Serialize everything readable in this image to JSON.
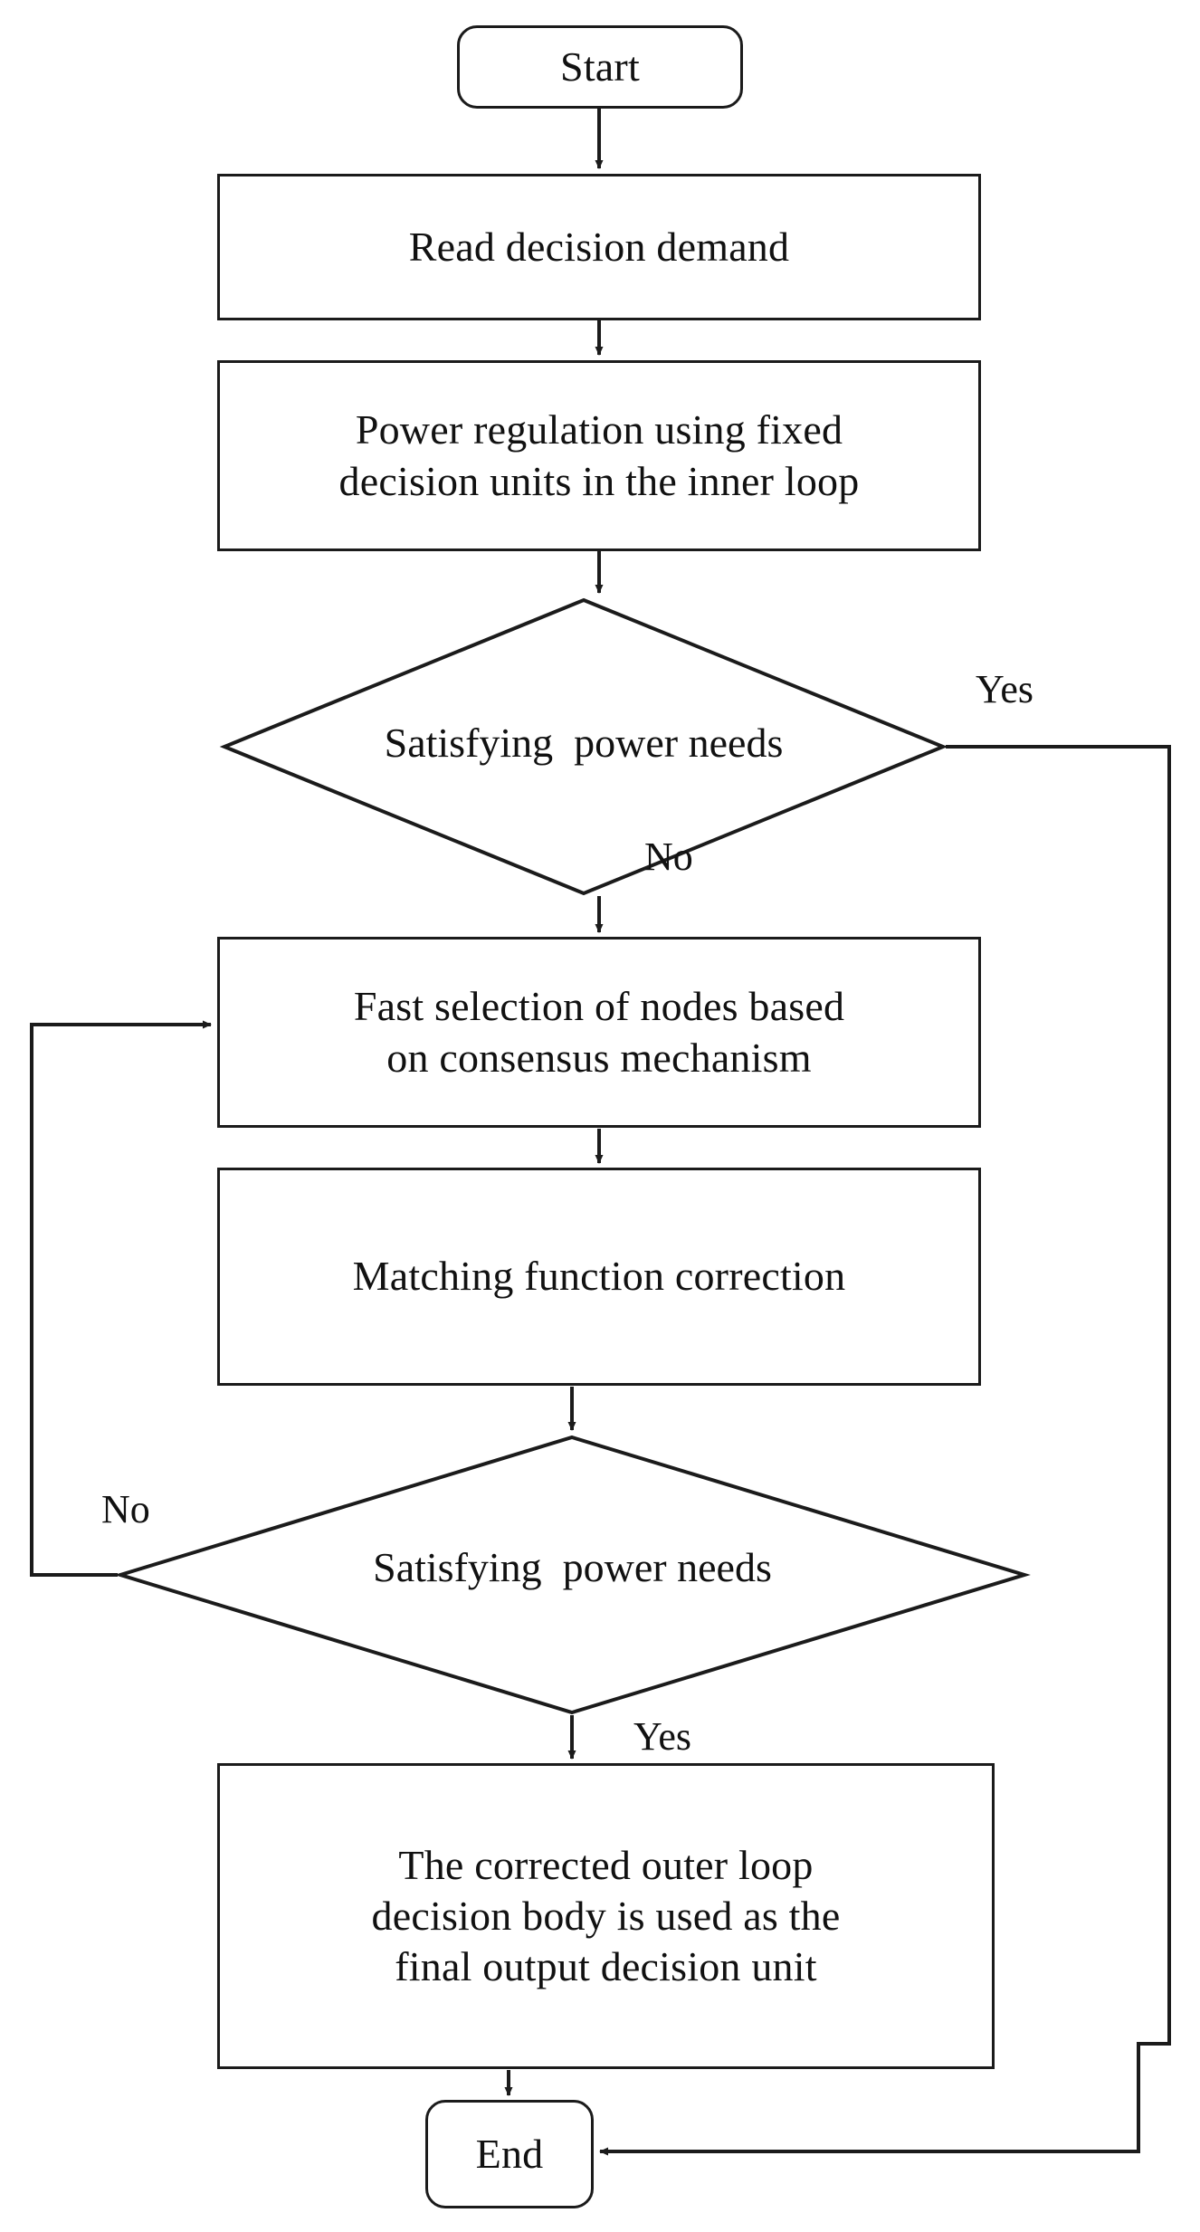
{
  "diagram": {
    "title": "Decision unit selection flowchart",
    "type": "flowchart",
    "stroke_color": "#1b1b1b",
    "background_color": "#ffffff",
    "text_color": "#111111"
  },
  "nodes": {
    "start": {
      "label": "Start",
      "shape": "terminator"
    },
    "read_demand": {
      "label": "Read decision demand",
      "shape": "process"
    },
    "power_regulation": {
      "label": "Power regulation using fixed\ndecision units in the inner loop",
      "shape": "process"
    },
    "decision_inner": {
      "label": "Satisfying  power needs",
      "shape": "decision"
    },
    "fast_selection": {
      "label": "Fast selection of nodes based\non consensus mechanism",
      "shape": "process"
    },
    "matching_correction": {
      "label": "Matching function correction",
      "shape": "process"
    },
    "decision_outer": {
      "label": "Satisfying  power needs",
      "shape": "decision"
    },
    "final_output": {
      "label": "The corrected outer loop\ndecision body is used as the\nfinal output decision unit",
      "shape": "process"
    },
    "end": {
      "label": "End",
      "shape": "terminator"
    }
  },
  "edge_labels": {
    "inner_yes": "Yes",
    "inner_no": "No",
    "outer_no": "No",
    "outer_yes": "Yes"
  }
}
